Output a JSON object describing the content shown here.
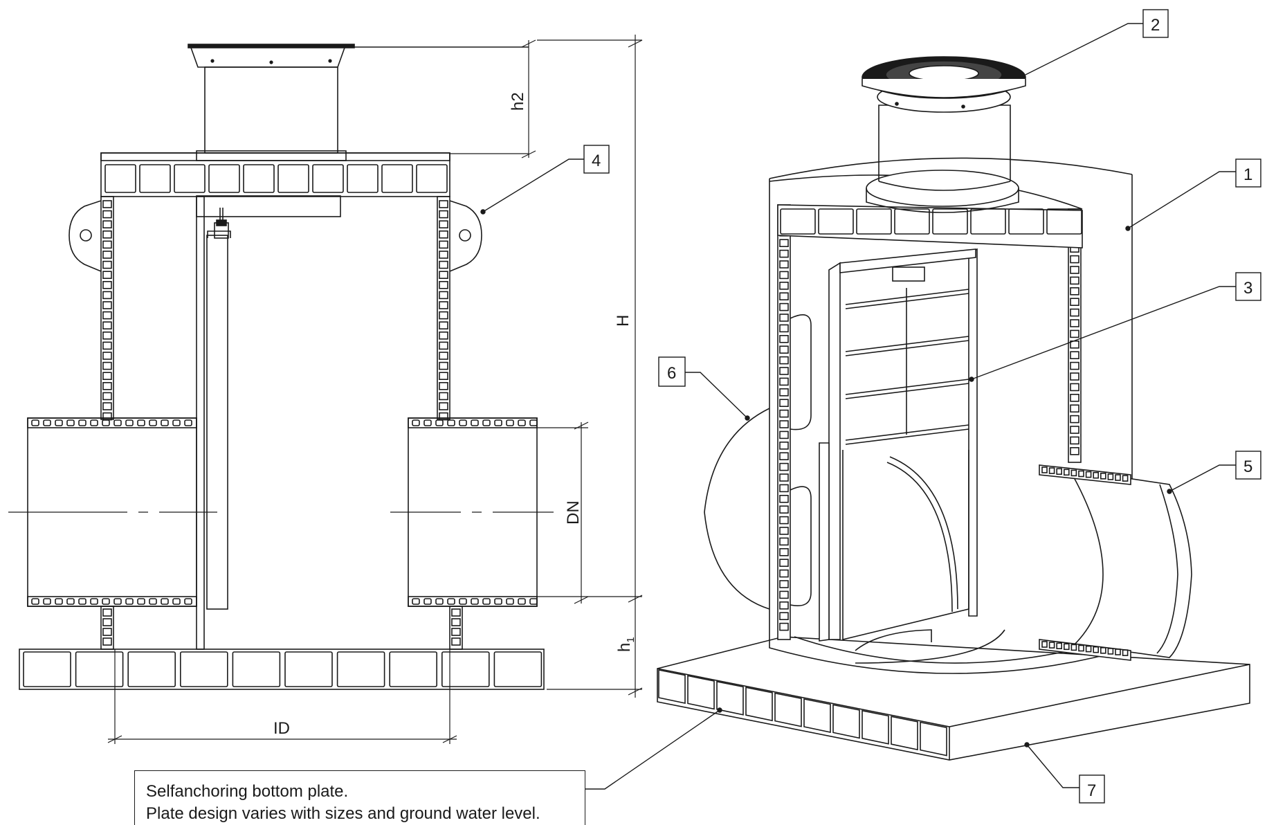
{
  "dimensions": {
    "h2": "h2",
    "H": "H",
    "DN": "DN",
    "h1_base": "h",
    "h1_sub": "1",
    "ID": "ID"
  },
  "callouts": [
    {
      "id": "callout-1",
      "label": "1"
    },
    {
      "id": "callout-2",
      "label": "2"
    },
    {
      "id": "callout-3",
      "label": "3"
    },
    {
      "id": "callout-4",
      "label": "4"
    },
    {
      "id": "callout-5",
      "label": "5"
    },
    {
      "id": "callout-6",
      "label": "6"
    },
    {
      "id": "callout-7",
      "label": "7"
    }
  ],
  "note": {
    "line1": "Selfanchoring bottom plate.",
    "line2": "Plate design varies with sizes and ground water level."
  }
}
